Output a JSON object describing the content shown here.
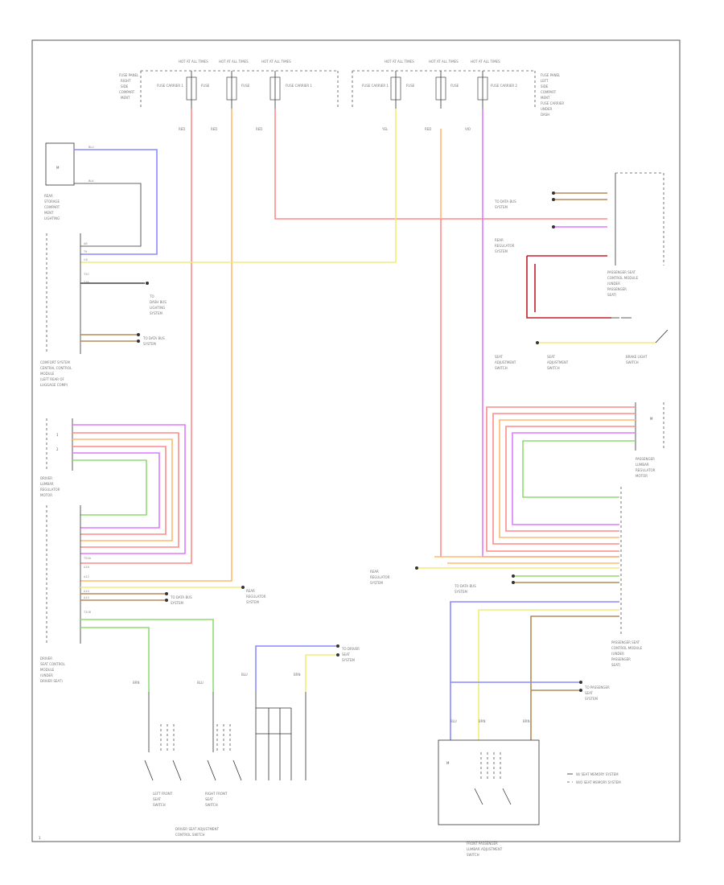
{
  "diagram": {
    "page_number": "1",
    "colors": {
      "red": "#ff8a8a",
      "orange": "#ffb870",
      "yellow": "#f2ec7a",
      "purple": "#e07aff",
      "blue": "#8a8aff",
      "green": "#8fdc72",
      "brown": "#b58a5a",
      "dark_red": "#c0202a",
      "frame": "#555555"
    },
    "legend": {
      "item1": "W/ SEAT MEMORY SYSTEM",
      "item2": "W/O SEAT MEMORY SYSTEM"
    }
  }
}
